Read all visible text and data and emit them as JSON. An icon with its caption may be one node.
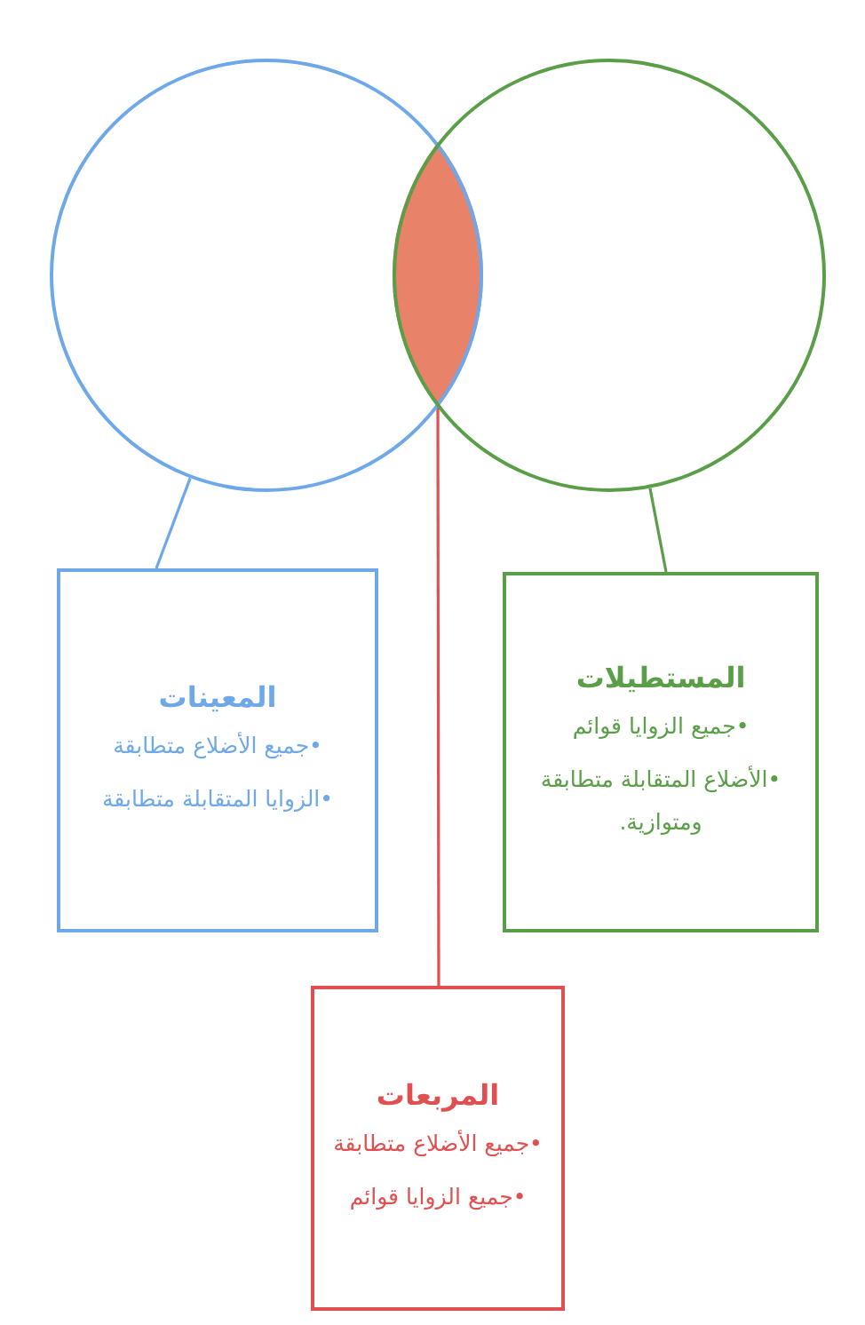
{
  "diagram": {
    "nodes": [
      {
        "text": [],
        "shape": "circle"
      },
      {
        "text": [],
        "shape": "circle"
      },
      {
        "text": [],
        "shape": "lens"
      },
      {
        "text": [
          "المعينات",
          "•جميع الأضلاع متطابقة",
          "•الزوايا المتقابلة متطابقة"
        ]
      },
      {
        "text": [
          "المستطيلات",
          "•جميع الزوايا قوائم",
          "•الأضلاع المتقابلة متطابقة ومتوازية."
        ]
      },
      {
        "text": [
          "المربعات",
          "•جميع الأضلاع متطابقة",
          "•جميع الزوايا قوائم"
        ]
      }
    ],
    "edges": [
      {
        "from": 0,
        "to": 3,
        "arrow": "none",
        "color": "#6fa8e8"
      },
      {
        "from": 1,
        "to": 4,
        "arrow": "none",
        "color": "#5a9e48"
      },
      {
        "from": 2,
        "to": 5,
        "arrow": "none",
        "color": "#e05050"
      }
    ]
  }
}
